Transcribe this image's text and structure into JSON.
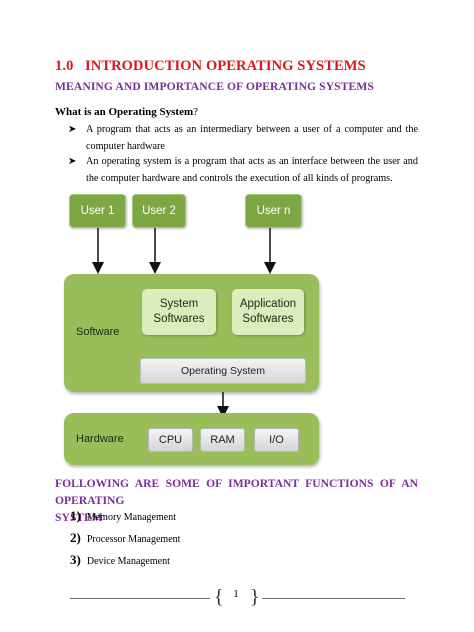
{
  "heading": {
    "number": "1.0",
    "title": "INTRODUCTION OPERATING SYSTEMS"
  },
  "subheading": "MEANING AND IMPORTANCE OF OPERATING SYSTEMS",
  "question": {
    "bold": "What is an Operating System",
    "mark": "?"
  },
  "bullets": [
    "A program that acts as an intermediary between a user of a computer and the computer hardware",
    "An operating system is a program that acts as an interface between the user and the computer hardware and controls the execution of all kinds of programs."
  ],
  "diagram": {
    "users": [
      "User 1",
      "User 2",
      "User n"
    ],
    "software_label": "Software",
    "system_softwares": "System Softwares",
    "application_softwares": "Application Softwares",
    "operating_system": "Operating System",
    "hardware_label": "Hardware",
    "hardware_items": [
      "CPU",
      "RAM",
      "I/O"
    ],
    "colors": {
      "panel": "#99bd58",
      "user_box": "#7ea645",
      "inner_box": "#dbecbd"
    }
  },
  "functions_heading": {
    "line1": "FOLLOWING ARE SOME OF IMPORTANT FUNCTIONS OF AN OPERATING",
    "line2": "SYSTEM"
  },
  "functions": [
    {
      "num": "1)",
      "label": "Memory Management"
    },
    {
      "num": "2)",
      "label": "Processor Management"
    },
    {
      "num": "3)",
      "label": "Device Management"
    }
  ],
  "footer": {
    "page": "1",
    "brace_left": "{",
    "brace_right": "}"
  },
  "colors": {
    "heading_red": "#e0141b",
    "heading_purple": "#7a2f9a"
  }
}
